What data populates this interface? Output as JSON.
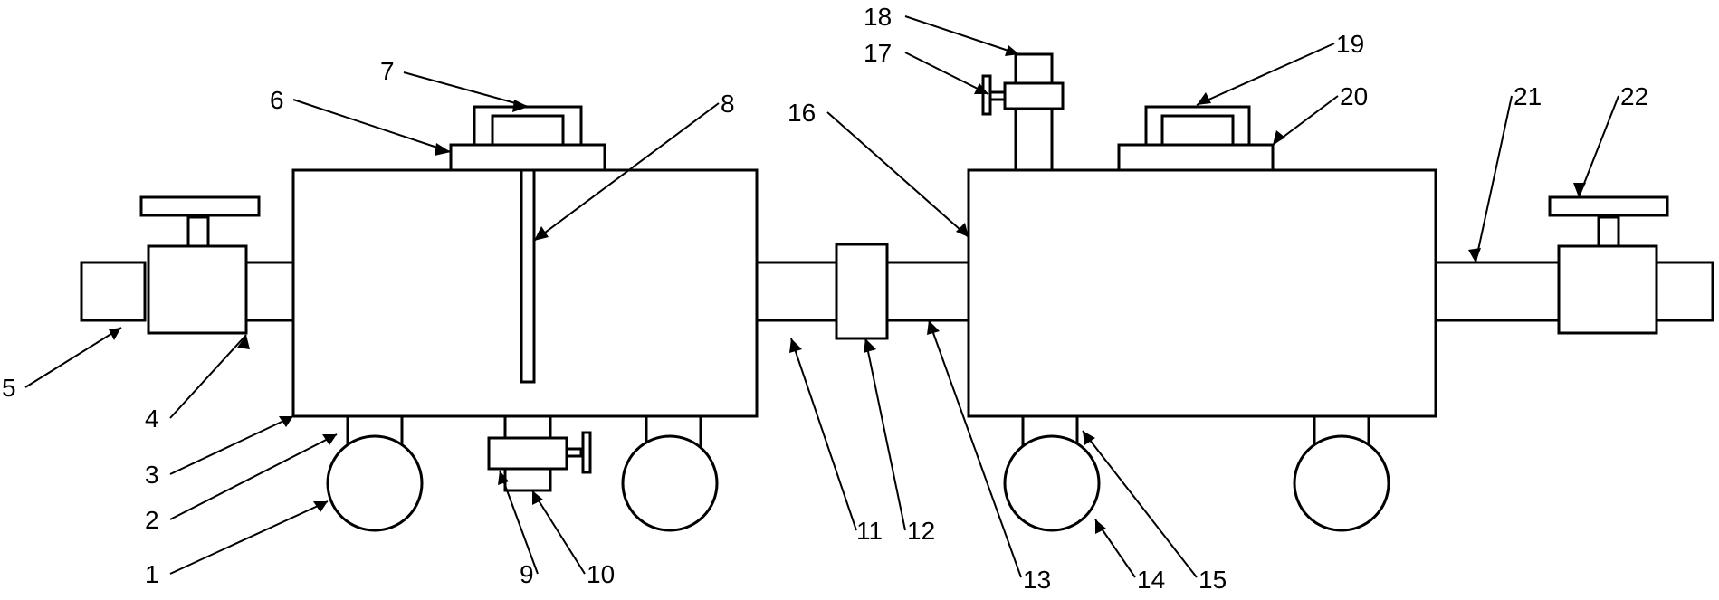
{
  "diagram": {
    "labels": [
      {
        "id": "1",
        "text": "1"
      },
      {
        "id": "2",
        "text": "2"
      },
      {
        "id": "3",
        "text": "3"
      },
      {
        "id": "4",
        "text": "4"
      },
      {
        "id": "5",
        "text": "5"
      },
      {
        "id": "6",
        "text": "6"
      },
      {
        "id": "7",
        "text": "7"
      },
      {
        "id": "8",
        "text": "8"
      },
      {
        "id": "9",
        "text": "9"
      },
      {
        "id": "10",
        "text": "10"
      },
      {
        "id": "11",
        "text": "11"
      },
      {
        "id": "12",
        "text": "12"
      },
      {
        "id": "13",
        "text": "13"
      },
      {
        "id": "14",
        "text": "14"
      },
      {
        "id": "15",
        "text": "15"
      },
      {
        "id": "16",
        "text": "16"
      },
      {
        "id": "17",
        "text": "17"
      },
      {
        "id": "18",
        "text": "18"
      },
      {
        "id": "19",
        "text": "19"
      },
      {
        "id": "20",
        "text": "20"
      },
      {
        "id": "21",
        "text": "21"
      },
      {
        "id": "22",
        "text": "22"
      }
    ]
  }
}
